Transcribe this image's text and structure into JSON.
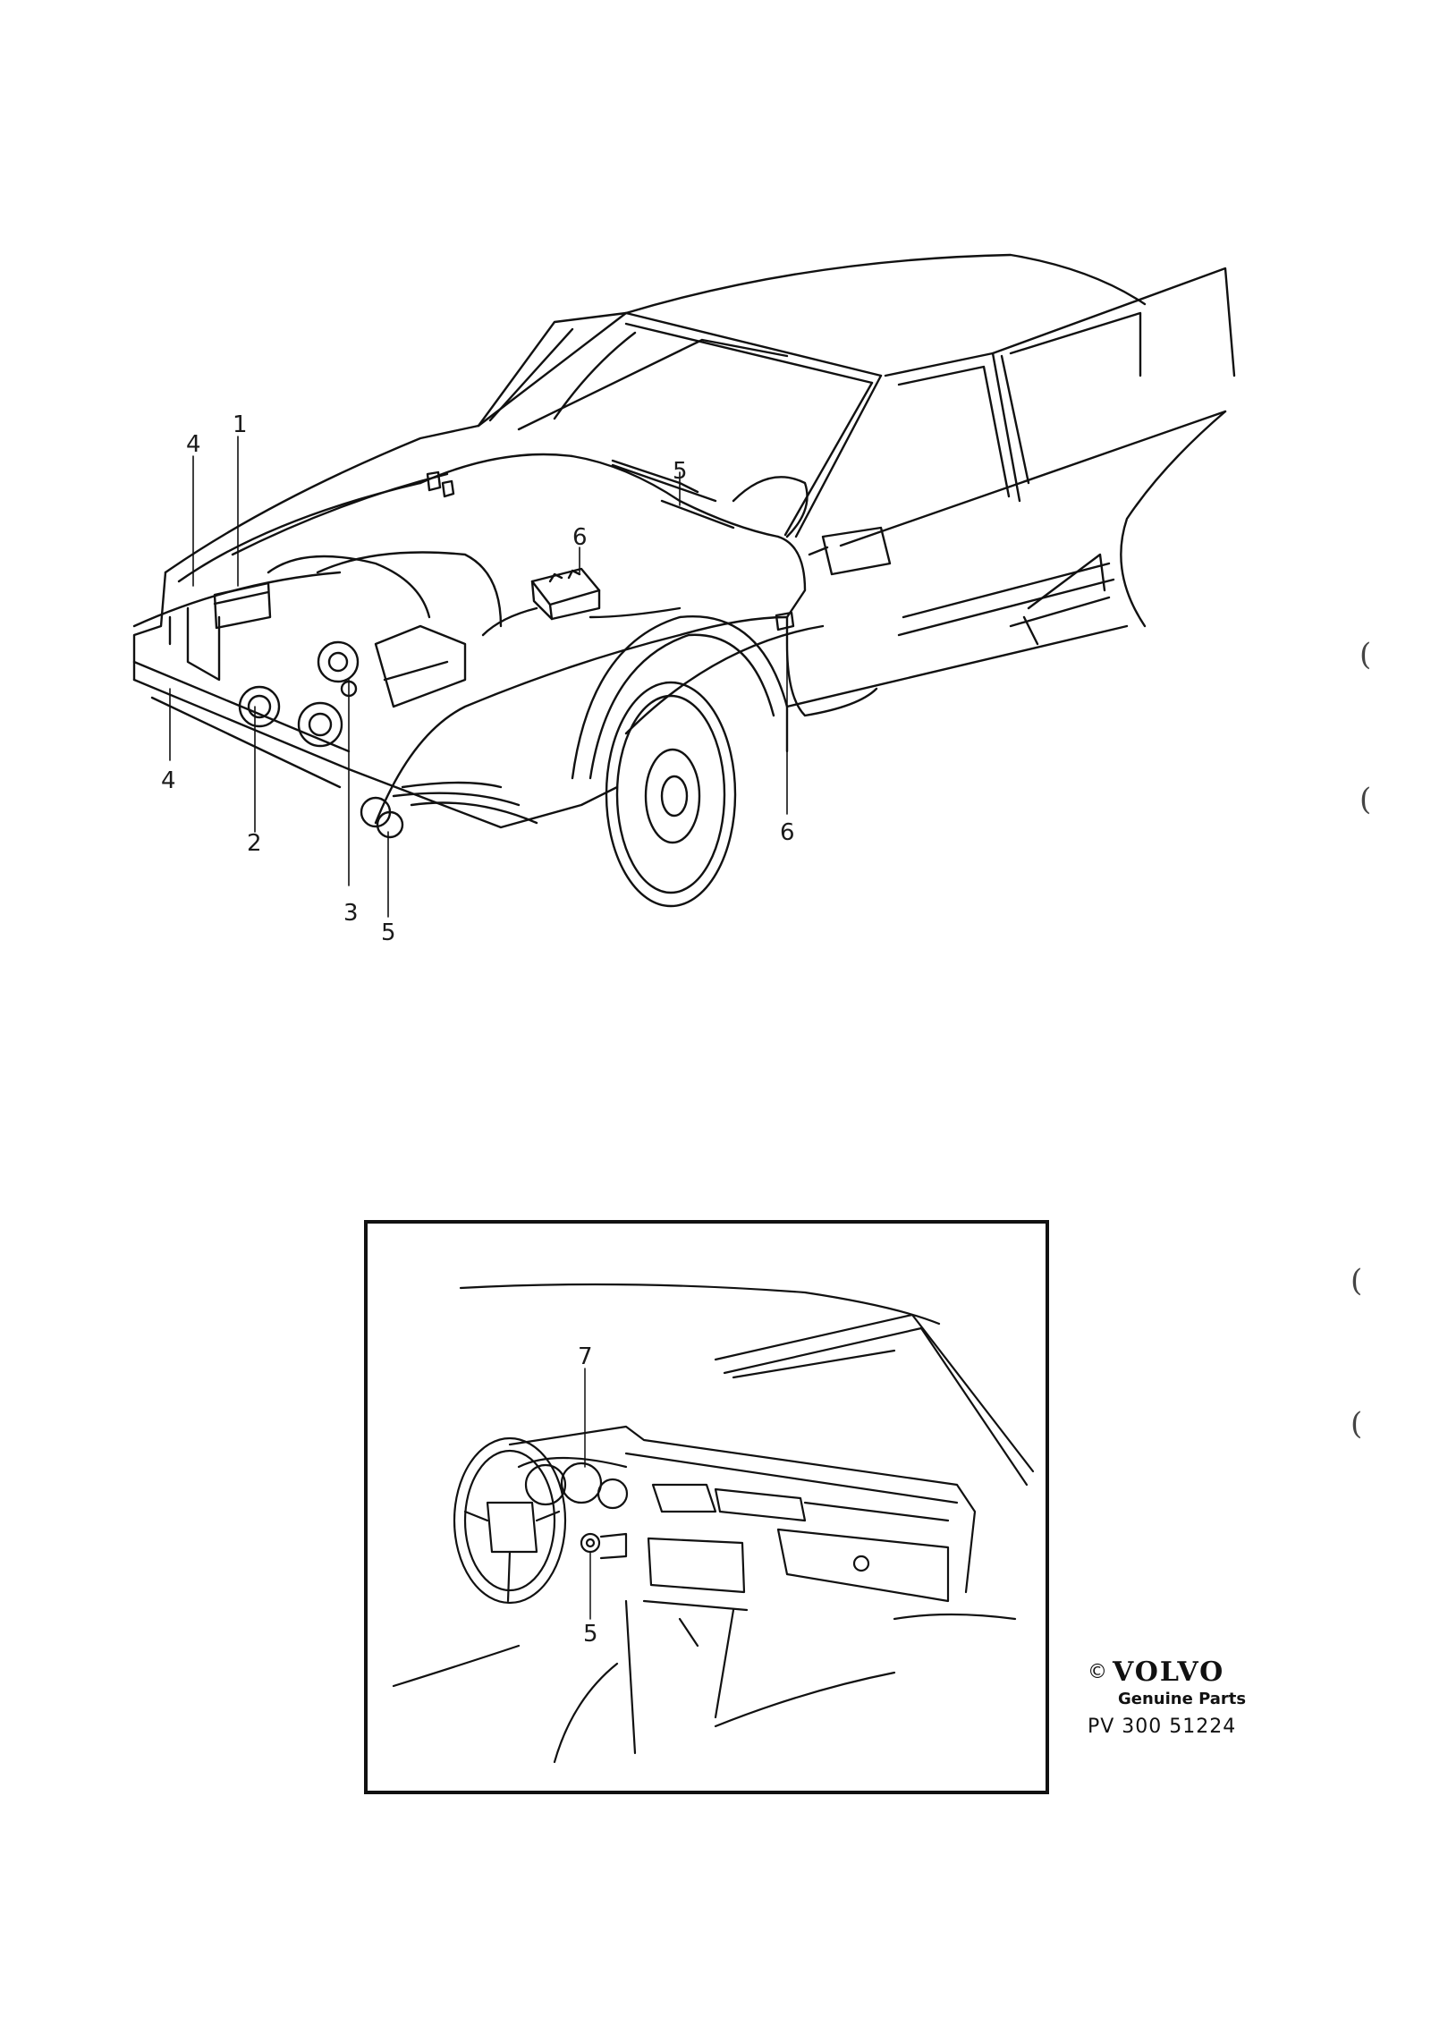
{
  "callouts": {
    "c1": "1",
    "c2": "2",
    "c3": "3",
    "c4a": "4",
    "c4b": "4",
    "c5a": "5",
    "c5b": "5",
    "c5c": "5",
    "c6a": "6",
    "c6b": "6",
    "c7": "7"
  },
  "margin_marks": [
    "(",
    "(",
    "(",
    "("
  ],
  "brand": {
    "copyright": "©",
    "logo": "VOLVO",
    "tagline": "Genuine Parts",
    "code": "PV 300  51224"
  }
}
